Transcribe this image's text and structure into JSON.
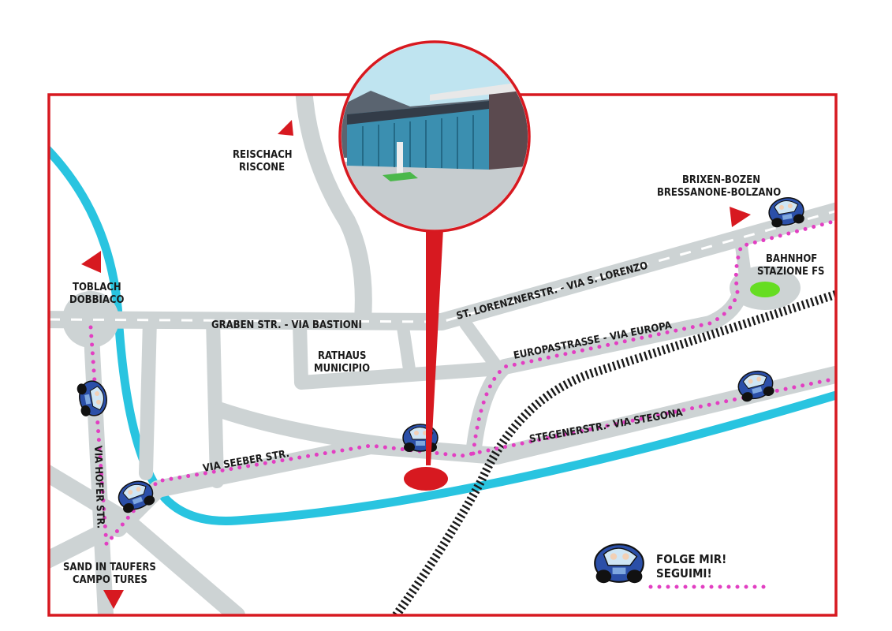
{
  "colors": {
    "frame": "#d71920",
    "road": "#cdd3d4",
    "river": "#29c4e0",
    "route": "#e23fc2",
    "railway": "#1a1a1a",
    "station_marker": "#66dd22",
    "car": "#2b4fa8"
  },
  "destinations": {
    "reischach": [
      "REISCHACH",
      "RISCONE"
    ],
    "toblach": [
      "TOBLACH",
      "DOBBIACO"
    ],
    "brixen": [
      "BRIXEN-BOZEN",
      "BRESSANONE-BOLZANO"
    ],
    "sand": [
      "SAND IN TAUFERS",
      "CAMPO TURES"
    ]
  },
  "landmarks": {
    "rathaus": [
      "RATHAUS",
      "MUNICIPIO"
    ],
    "bahnhof": [
      "BAHNHOF",
      "STAZIONE FS"
    ]
  },
  "streets": {
    "graben": "GRABEN STR. - VIA BASTIONI",
    "lorenzner": "ST. LORENZNERSTR. - VIA S. LORENZO",
    "europa": "EUROPASTRASSE - VIA EUROPA",
    "stegener": "STEGENERSTR.- VIA STEGONA",
    "seeber": "VIA SEEBER STR.",
    "hofer": "VIA HOFER STR."
  },
  "legend": {
    "line1": "FOLGE MIR!",
    "line2": "SEGUIMI!"
  },
  "icons": [
    "car-icon",
    "direction-arrow-icon",
    "location-pin-icon",
    "building-illustration"
  ]
}
